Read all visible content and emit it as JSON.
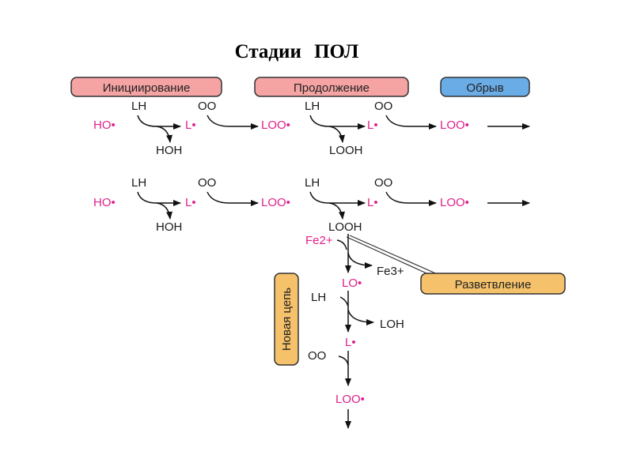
{
  "title": "Стадии   ПОЛ",
  "stages": {
    "initiation": "Инициирование",
    "propagation": "Продолжение",
    "termination": "Обрыв",
    "branching": "Разветвление",
    "new_chain": "Новая цепь"
  },
  "species": {
    "ho": "HO•",
    "l": "L•",
    "loo": "LOO•",
    "lh": "LH",
    "oo": "OO",
    "hoh": "HOH",
    "looh": "LOOH",
    "fe2": "Fe2+",
    "fe3": "Fe3+",
    "lo": "LO•",
    "loh": "LOH"
  },
  "colors": {
    "initiation_fill": "#f5a3a3",
    "propagation_fill": "#f5a3a3",
    "termination_fill": "#6aace6",
    "branching_fill": "#f5c26b",
    "new_chain_fill": "#f5c26b",
    "radical": "#e0208c"
  }
}
